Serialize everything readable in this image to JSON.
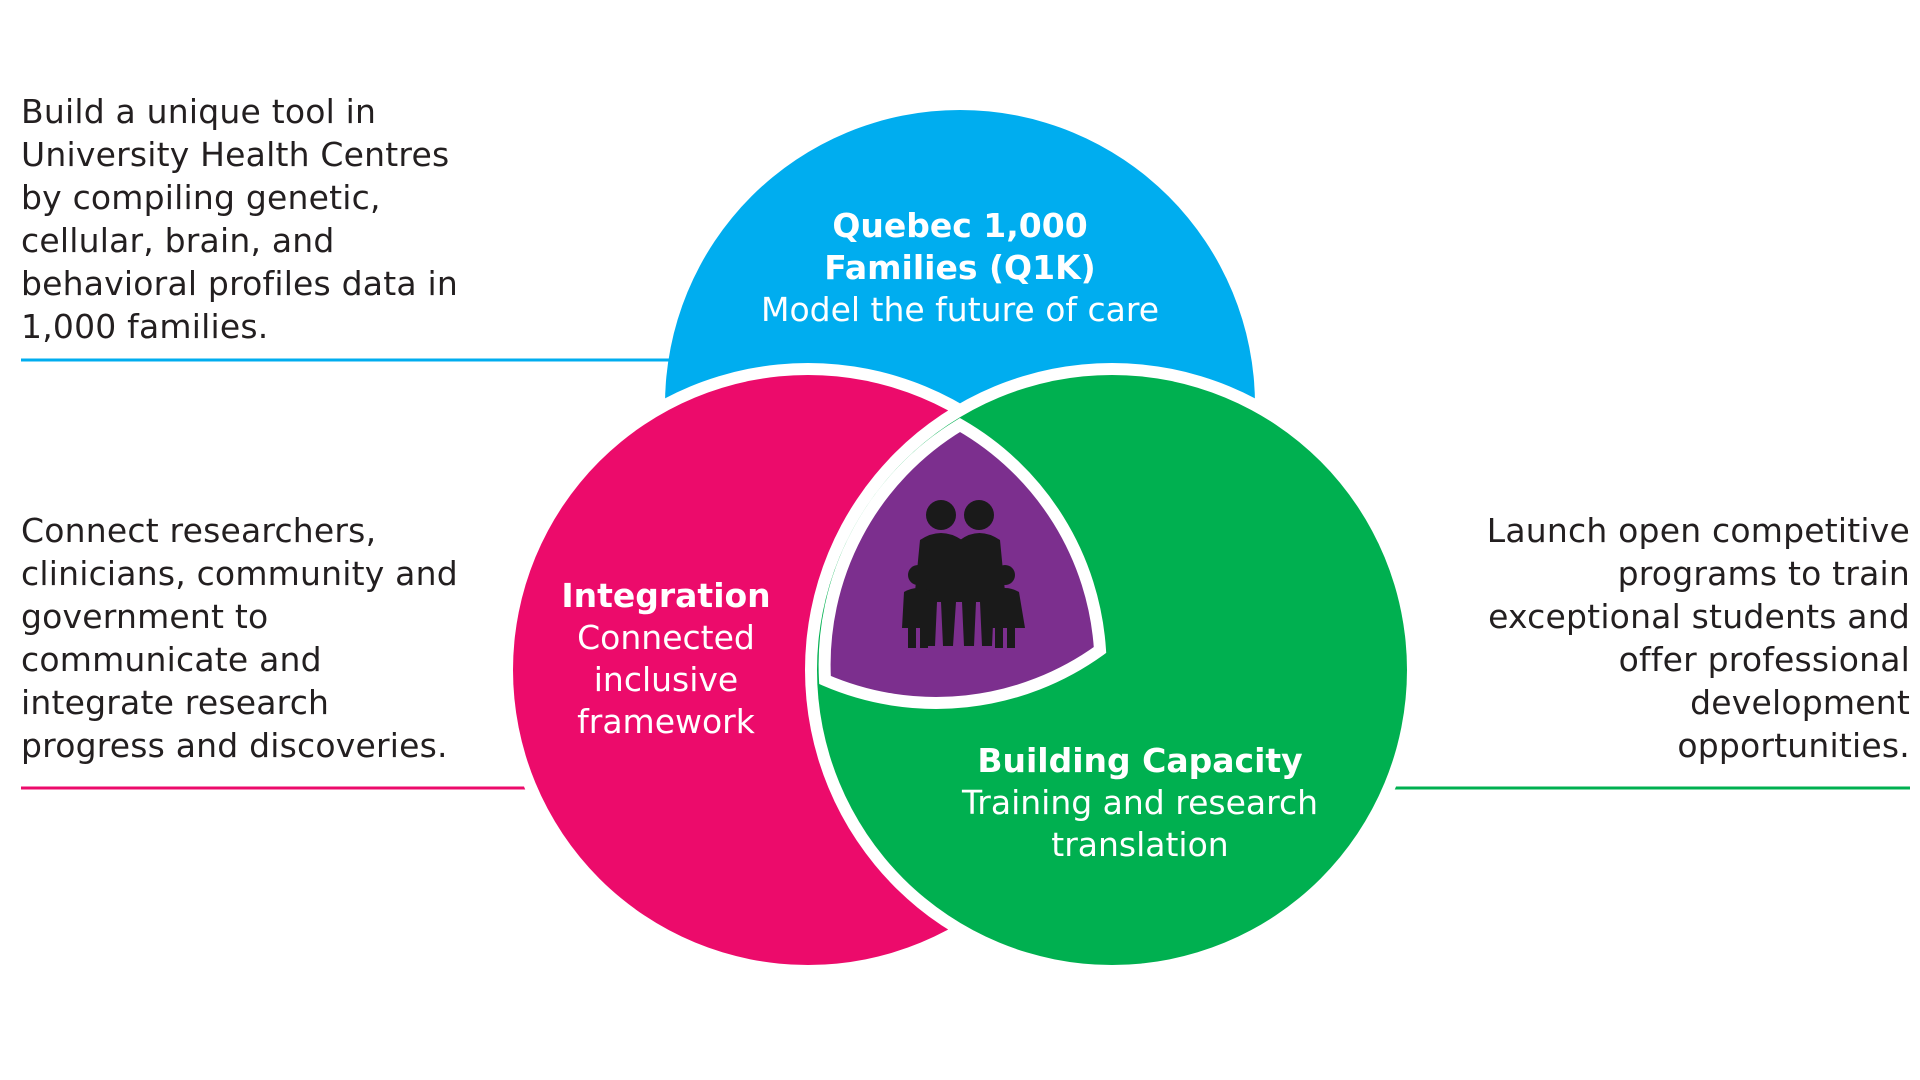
{
  "colors": {
    "blue": "#00adef",
    "pink": "#ec0b6b",
    "green": "#00b050",
    "purple": "#7c2f8e",
    "line_blue": "#00adef",
    "line_pink": "#ec0b6b",
    "line_green": "#00b050",
    "text": "#231f20"
  },
  "icon": "family-icon",
  "circles": {
    "q1k": {
      "title_line1": "Quebec 1,000",
      "title_line2": "Families (Q1K)",
      "subtitle": "Model the future of care"
    },
    "integration": {
      "title": "Integration",
      "sub_line1": "Connected",
      "sub_line2": "inclusive",
      "sub_line3": "framework"
    },
    "capacity": {
      "title": "Building Capacity",
      "sub_line1": "Training and research",
      "sub_line2": "translation"
    }
  },
  "descriptions": {
    "q1k": [
      "Build a unique tool in",
      "University Health Centres",
      "by compiling genetic,",
      "cellular, brain, and",
      "behavioral profiles data in",
      "1,000 families."
    ],
    "integration": [
      "Connect researchers,",
      "clinicians, community and",
      "government to",
      "communicate and",
      "integrate research",
      "progress and discoveries."
    ],
    "capacity": [
      "Launch open competitive",
      "programs to train",
      "exceptional students and",
      "offer professional",
      "development",
      "opportunities."
    ]
  }
}
